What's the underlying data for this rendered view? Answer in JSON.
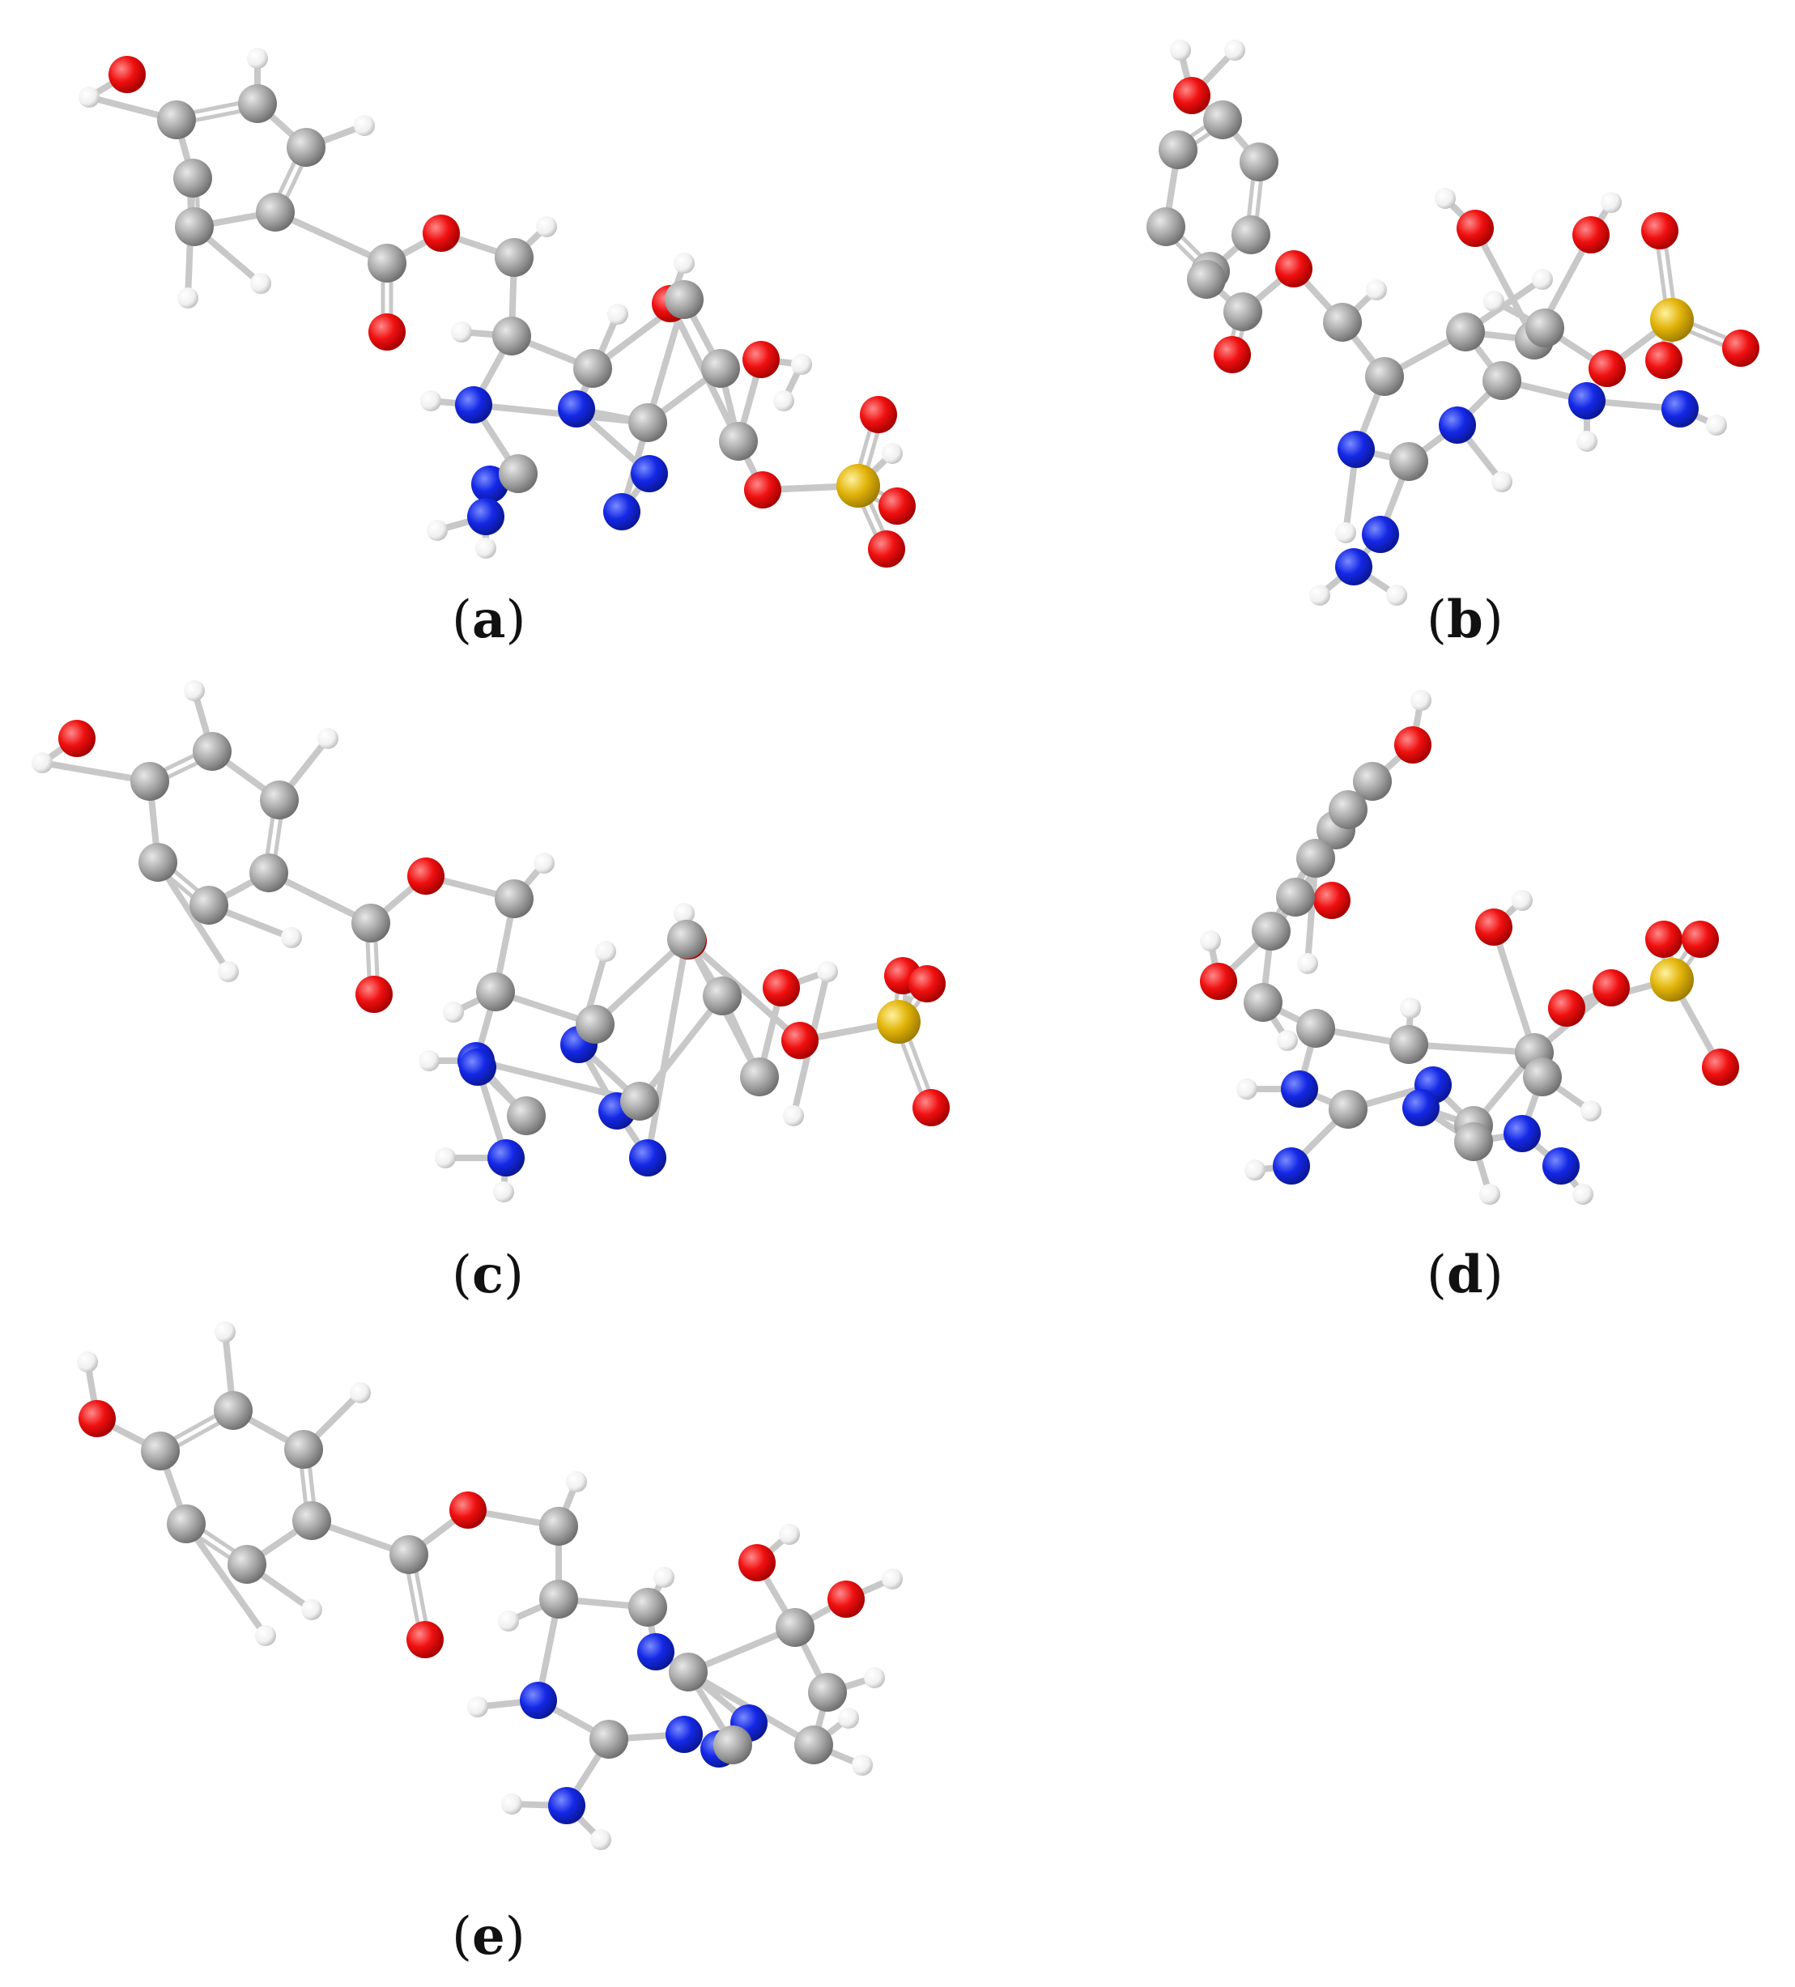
{
  "figure": {
    "panels": [
      {
        "id": "a",
        "label_letter": "a",
        "model": "ball-and-stick"
      },
      {
        "id": "b",
        "label_letter": "b",
        "model": "ball-and-stick"
      },
      {
        "id": "c",
        "label_letter": "c",
        "model": "ball-and-stick"
      },
      {
        "id": "d",
        "label_letter": "d",
        "model": "ball-and-stick"
      },
      {
        "id": "e",
        "label_letter": "e",
        "model": "ball-and-stick"
      }
    ],
    "atom_colors": {
      "C": "#9a9a9a",
      "H": "#f2f2f2",
      "O": "#ee1111",
      "N": "#1428e6",
      "S": "#e2b40a",
      "bond": "#c8c8c8"
    }
  }
}
